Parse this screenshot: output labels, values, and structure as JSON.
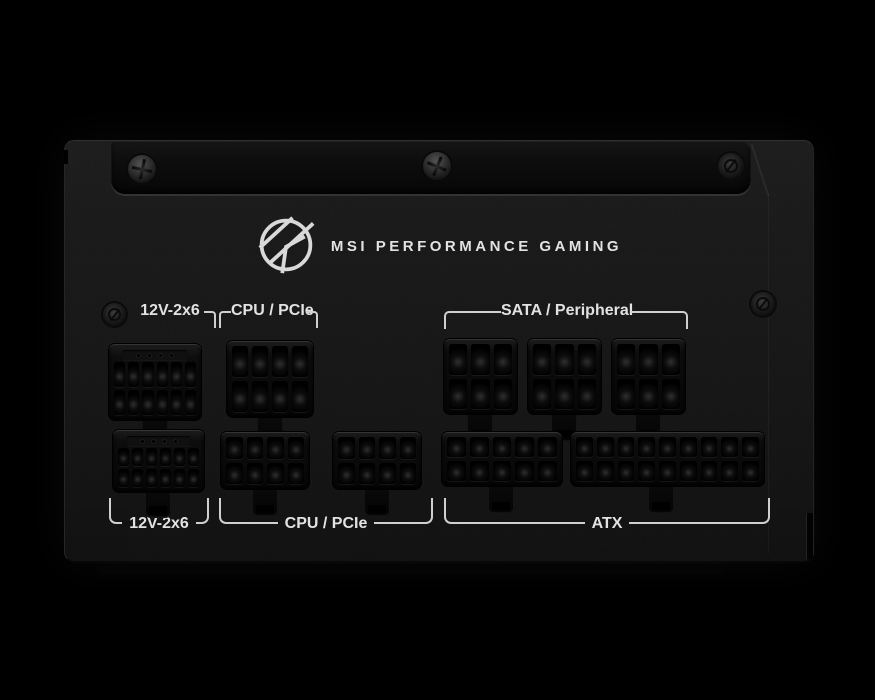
{
  "image_type": "product-photo of MSI modular PSU rear connector panel",
  "colors": {
    "background": "#000000",
    "panel": "#161616",
    "recessed_strip": "#0c0c0c",
    "socket_body": "#0a0a0a",
    "pin_hole": "#000000",
    "label_text": "#e2e2e2",
    "bracket_line": "#cfcfcf"
  },
  "branding": {
    "logo_icon": "msi-gaming-dragon-emblem",
    "tagline": "MSI PERFORMANCE GAMING"
  },
  "labels": {
    "top_12v2x6": "12V-2x6",
    "top_cpu_pcie": "CPU / PCIe",
    "top_sata_peripheral": "SATA / Peripheral",
    "bottom_12v2x6": "12V-2x6",
    "bottom_cpu_pcie": "CPU / PCIe",
    "bottom_atx": "ATX"
  },
  "hardware": {
    "top_strip_screws": 3,
    "side_security_screws": 2
  },
  "sockets": [
    {
      "group": "12V-2x6",
      "position": "top-row-1",
      "type": "12v-2x6",
      "sense_pins": 4,
      "rows": 2,
      "cols": 6
    },
    {
      "group": "CPU / PCIe",
      "position": "top-row-2",
      "type": "grid",
      "rows": 2,
      "cols": 4
    },
    {
      "group": "SATA / Peripheral",
      "position": "top-row-3",
      "type": "grid",
      "rows": 2,
      "cols": 3
    },
    {
      "group": "SATA / Peripheral",
      "position": "top-row-4",
      "type": "grid",
      "rows": 2,
      "cols": 3
    },
    {
      "group": "SATA / Peripheral",
      "position": "top-row-5",
      "type": "grid",
      "rows": 2,
      "cols": 3
    },
    {
      "group": "12V-2x6",
      "position": "bottom-row-1",
      "type": "12v-2x6",
      "sense_pins": 4,
      "rows": 2,
      "cols": 6
    },
    {
      "group": "CPU / PCIe",
      "position": "bottom-row-2",
      "type": "grid",
      "rows": 2,
      "cols": 4
    },
    {
      "group": "CPU / PCIe",
      "position": "bottom-row-3",
      "type": "grid",
      "rows": 2,
      "cols": 4
    },
    {
      "group": "ATX",
      "position": "bottom-row-4",
      "type": "grid",
      "rows": 2,
      "cols": 5
    },
    {
      "group": "ATX",
      "position": "bottom-row-5",
      "type": "grid",
      "rows": 2,
      "cols": 9
    }
  ]
}
